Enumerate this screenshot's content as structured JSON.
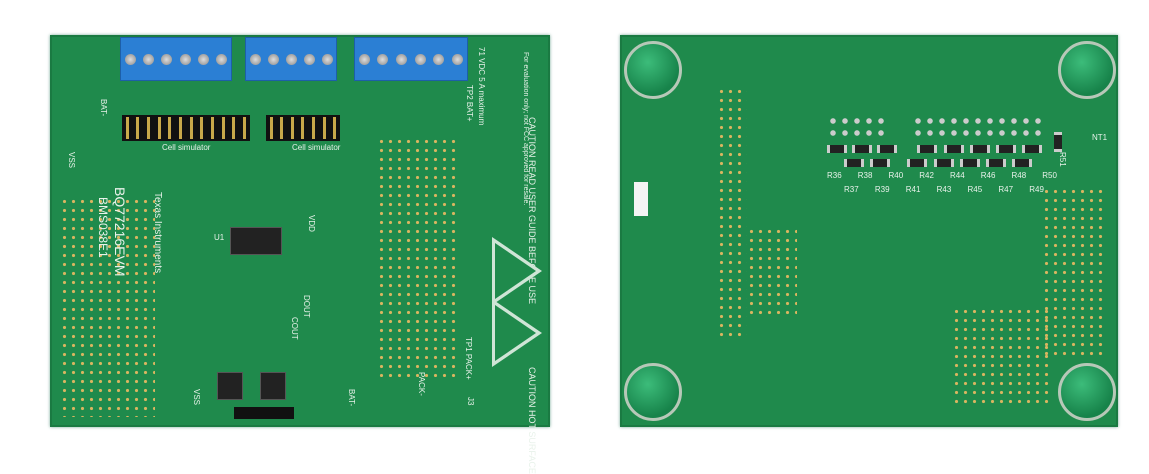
{
  "left_board": {
    "part_number": "BQ77216EVM",
    "board_id": "BMS038E1",
    "logo_text": "Texas Instruments",
    "cell_simulator_labels": [
      "Cell simulator",
      "Cell simulator"
    ],
    "rating": "71 VDC 5 A maximum",
    "fcc_notice": "For evaluation only; not FCC approved for resale.",
    "caution_read": "CAUTION READ USER GUIDE BEFORE USE",
    "caution_hot": "CAUTION HOT SURFACE",
    "test_points": [
      "BAT-",
      "TP2 BAT+",
      "VSS",
      "VDD",
      "TP1 PACK+",
      "PACK-",
      "J3",
      "DOUT",
      "COUT",
      "BAT-",
      "VSS"
    ],
    "chip_label": "U1"
  },
  "right_board": {
    "resistors_top": [
      "R36",
      "R38",
      "R40",
      "R42",
      "R44",
      "R46",
      "R48",
      "R50"
    ],
    "resistors_bottom": [
      "R37",
      "R39",
      "R41",
      "R43",
      "R45",
      "R47",
      "R49"
    ],
    "component_label": "NT1",
    "side_label": "R51"
  },
  "colors": {
    "pcb": "#1f8a4c",
    "terminal": "#2b7fd4",
    "silkscreen": "#e8f2ea"
  }
}
